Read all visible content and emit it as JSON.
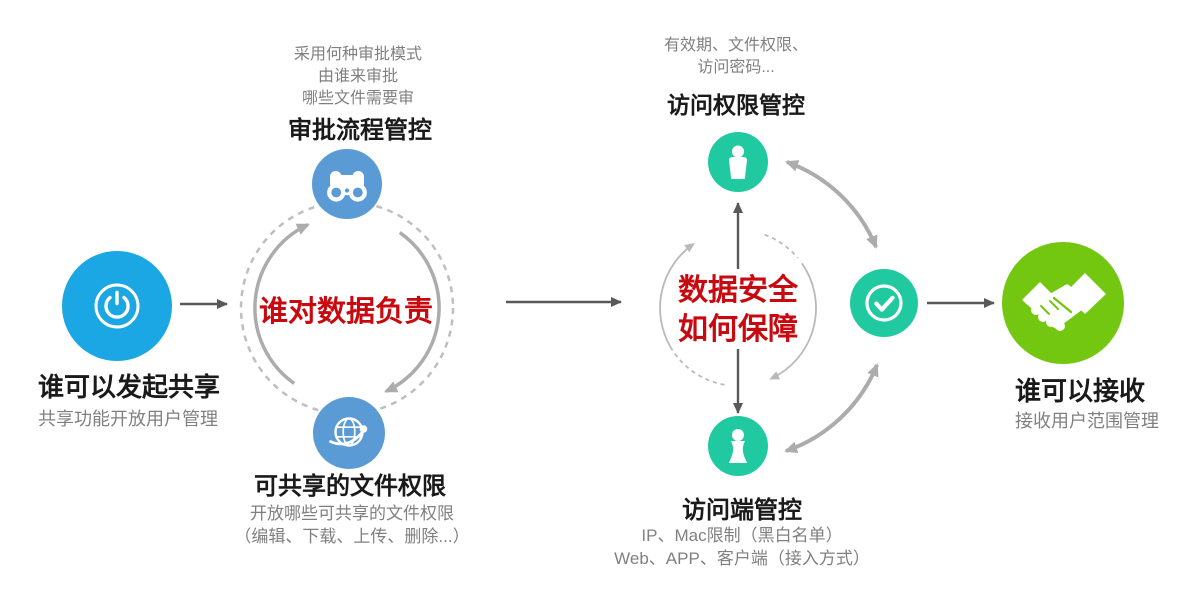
{
  "colors": {
    "left_blue": "#1BA7E3",
    "steel_blue": "#5B9BD5",
    "teal": "#21C9A0",
    "green": "#74C711",
    "red": "#C8090F",
    "heading": "#1A1A1A",
    "note_gray": "#808080",
    "arrow_dark": "#595959",
    "arrow_gray": "#ACACAC",
    "arc_light": "#B9B9B9",
    "dash_gray": "#BFBFBF"
  },
  "initiator": {
    "title": "谁可以发起共享",
    "subtitle": "共享功能开放用户管理"
  },
  "approval": {
    "notes": [
      "采用何种审批模式",
      "由谁来审批",
      "哪些文件需要审"
    ],
    "title": "审批流程管控"
  },
  "responsibility": {
    "label": "谁对数据负责"
  },
  "share_permission": {
    "title": "可共享的文件权限",
    "notes": [
      "开放哪些可共享的文件权限",
      "（编辑、下载、上传、删除...）"
    ]
  },
  "security": {
    "lines": [
      "数据安全",
      "如何保障"
    ]
  },
  "access_permission": {
    "notes": [
      "有效期、文件权限、",
      "访问密码..."
    ],
    "title": "访问权限管控"
  },
  "access_endpoint": {
    "title": "访问端管控",
    "notes": [
      "IP、Mac限制（黑白名单）",
      "Web、APP、客户端（接入方式）"
    ]
  },
  "receiver": {
    "title": "谁可以接收",
    "subtitle": "接收用户范围管理"
  }
}
